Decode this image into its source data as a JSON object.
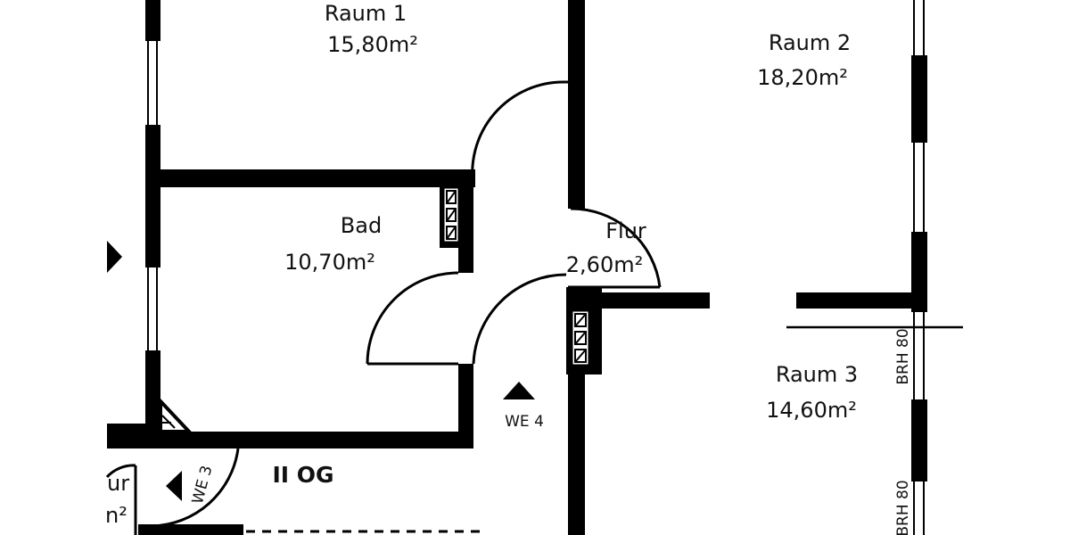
{
  "rooms": {
    "raum1": {
      "name": "Raum 1",
      "area": "15,80m²"
    },
    "raum2": {
      "name": "Raum 2",
      "area": "18,20m²"
    },
    "bad": {
      "name": "Bad",
      "area": "10,70m²"
    },
    "flur": {
      "name": "Flur",
      "area": "2,60m²"
    },
    "raum3": {
      "name": "Raum 3",
      "area": "14,60m²"
    },
    "flur_left": {
      "name": "ur",
      "area": "n²"
    }
  },
  "labels": {
    "we4": "WE 4",
    "we3": "WE 3",
    "floor": "II OG",
    "brh_upper": "BRH 80",
    "brh_lower": "BRH 80"
  },
  "colors": {
    "wall": "#000000",
    "line": "#111111",
    "background": "#ffffff"
  }
}
